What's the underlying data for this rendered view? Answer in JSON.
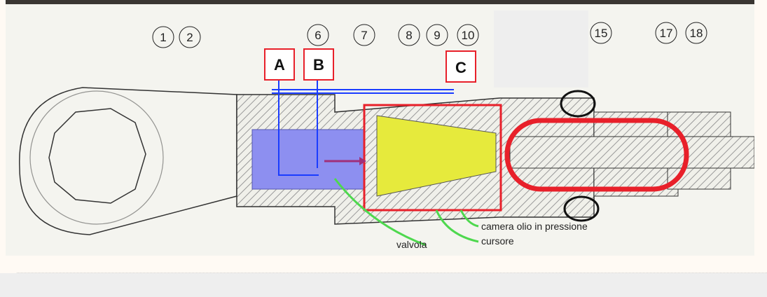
{
  "figure": {
    "part_numbers": [
      "1",
      "2",
      "6",
      "7",
      "8",
      "9",
      "10",
      "15",
      "17",
      "18"
    ],
    "letter_labels": [
      "A",
      "B",
      "C"
    ],
    "annotations": [
      "camera olio in pressione",
      "cursore",
      "valvola"
    ],
    "colors": {
      "highlight_red": "#e8202a",
      "blue_lines": "#1a3cff",
      "chamber_blue": "#8d8ff0",
      "cone_yellow": "#e6ea3c",
      "arrow_green": "#4ed84e",
      "arrow_magenta": "#a0307a"
    }
  }
}
